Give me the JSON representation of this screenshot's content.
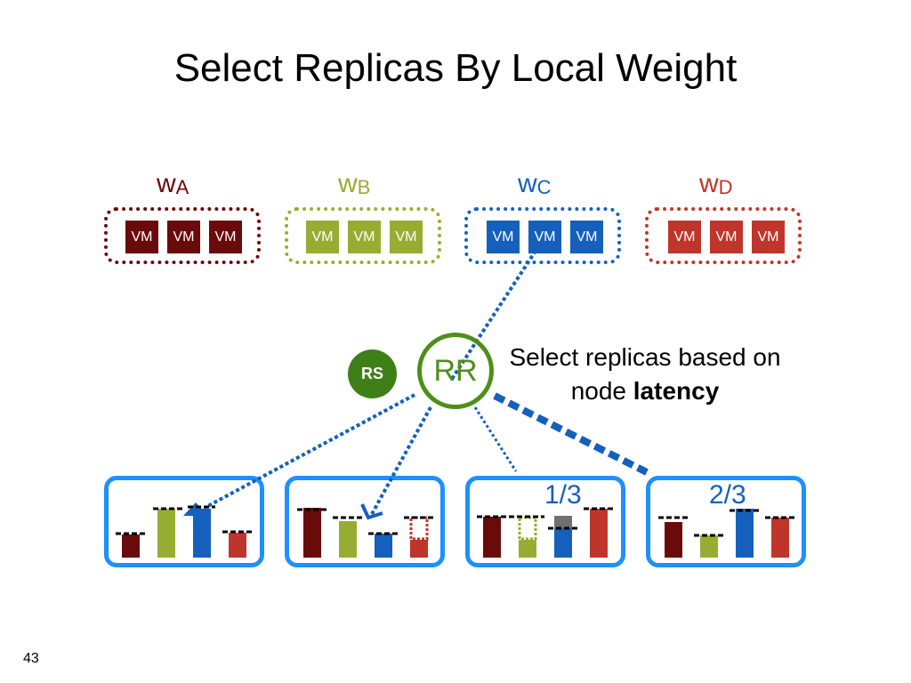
{
  "title": "Select Replicas By Local Weight",
  "weights": [
    {
      "letter": "w",
      "sub": "A",
      "color": "#6B0A0A"
    },
    {
      "letter": "w",
      "sub": "B",
      "color": "#97AD32"
    },
    {
      "letter": "w",
      "sub": "C",
      "color": "#1560BD"
    },
    {
      "letter": "w",
      "sub": "D",
      "color": "#C0352B"
    }
  ],
  "vm_label": "VM",
  "rr_label": "RR",
  "rs_label": "RS",
  "caption": {
    "prefix": "Select replicas based on node ",
    "bold": "latency"
  },
  "fractions": [
    "1/3",
    "2/3"
  ],
  "page_number": "43"
}
